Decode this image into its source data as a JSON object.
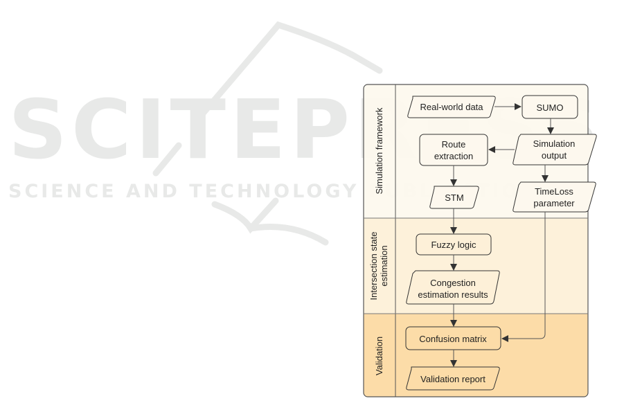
{
  "watermark": {
    "title": "SCITEPRESS",
    "subtitle": "SCIENCE AND TECHNOLOGY PUBLICATIONS"
  },
  "diagram": {
    "type": "swimlane-flowchart",
    "colors": {
      "lane_1": "#fdf8ee",
      "lane_2": "#fdf0d8",
      "lane_3": "#fcdca8",
      "border": "#555555",
      "arrow": "#333333"
    },
    "lanes": [
      {
        "id": "sim",
        "label": "Simulation framework"
      },
      {
        "id": "est",
        "label_line1": "Intersection state",
        "label_line2": "estimation"
      },
      {
        "id": "val",
        "label": "Validation"
      }
    ],
    "nodes": {
      "real_world": {
        "shape": "parallelogram",
        "label": "Real-world data"
      },
      "sumo": {
        "shape": "rounded-rect",
        "label": "SUMO"
      },
      "sim_output": {
        "shape": "parallelogram",
        "line1": "Simulation",
        "line2": "output"
      },
      "route": {
        "shape": "rounded-rect",
        "line1": "Route",
        "line2": "extraction"
      },
      "stm": {
        "shape": "parallelogram",
        "label": "STM"
      },
      "timeloss": {
        "shape": "parallelogram",
        "line1": "TimeLoss",
        "line2": "parameter"
      },
      "fuzzy": {
        "shape": "rounded-rect",
        "label": "Fuzzy logic"
      },
      "congestion": {
        "shape": "parallelogram",
        "line1": "Congestion",
        "line2": "estimation results"
      },
      "confusion": {
        "shape": "rounded-rect",
        "label": "Confusion matrix"
      },
      "report": {
        "shape": "parallelogram",
        "label": "Validation report"
      }
    },
    "edges": [
      {
        "from": "real_world",
        "to": "sumo"
      },
      {
        "from": "sumo",
        "to": "sim_output"
      },
      {
        "from": "sim_output",
        "to": "route"
      },
      {
        "from": "sim_output",
        "to": "timeloss"
      },
      {
        "from": "route",
        "to": "stm"
      },
      {
        "from": "stm",
        "to": "fuzzy"
      },
      {
        "from": "fuzzy",
        "to": "congestion"
      },
      {
        "from": "congestion",
        "to": "confusion"
      },
      {
        "from": "timeloss",
        "to": "confusion"
      },
      {
        "from": "confusion",
        "to": "report"
      }
    ]
  }
}
